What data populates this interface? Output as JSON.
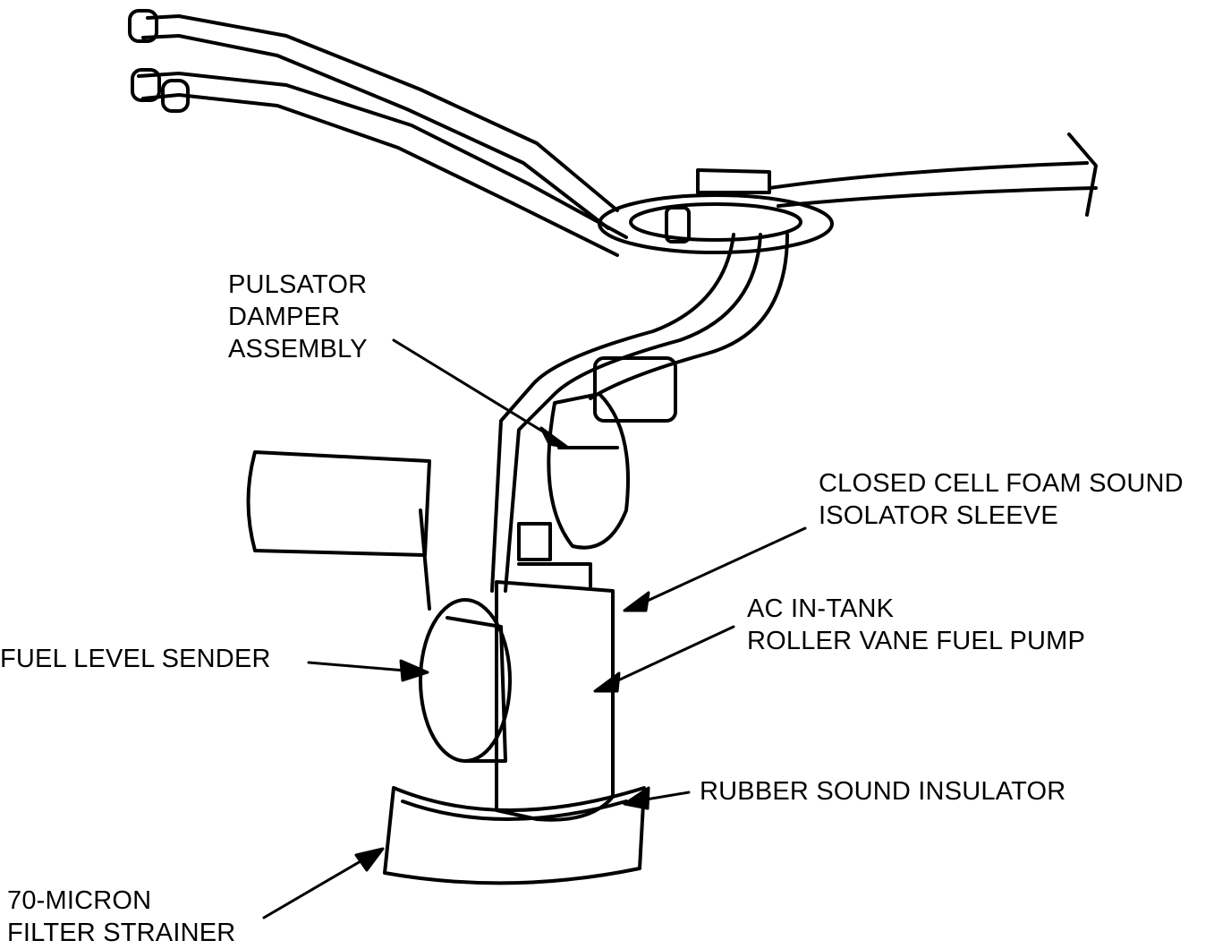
{
  "colors": {
    "ink": "#000000",
    "paper": "#ffffff"
  },
  "labels": {
    "pulsator": [
      "PULSATOR",
      "DAMPER",
      "ASSEMBLY"
    ],
    "foam_sleeve": [
      "CLOSED CELL FOAM SOUND",
      "ISOLATOR SLEEVE"
    ],
    "pump": [
      "AC IN-TANK",
      "ROLLER VANE FUEL PUMP"
    ],
    "sender": [
      "FUEL LEVEL SENDER"
    ],
    "rubber": [
      "RUBBER SOUND INSULATOR"
    ],
    "strainer": [
      "70-MICRON",
      "FILTER STRAINER"
    ]
  }
}
